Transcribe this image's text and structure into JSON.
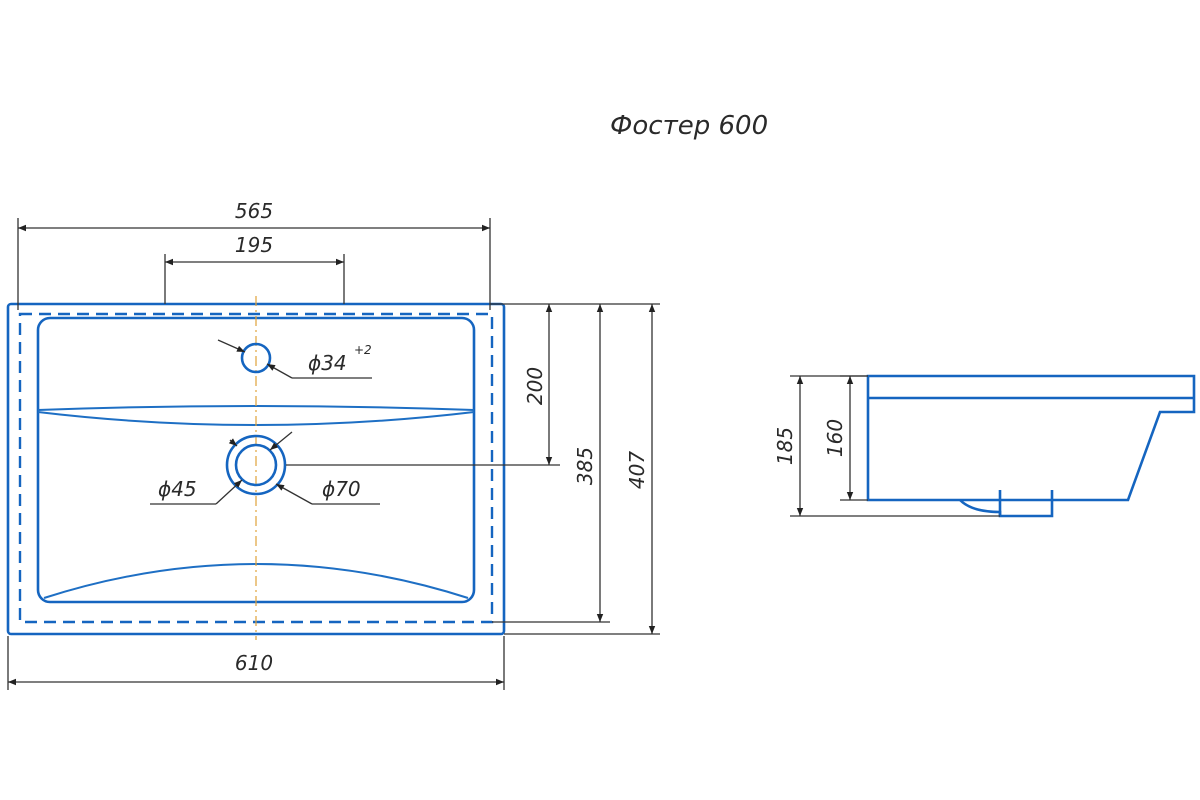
{
  "title": "Фостер 600",
  "dimensions": {
    "top_width": "565",
    "faucet_spacing": "195",
    "bottom_width": "610",
    "faucet_to_drain": "200",
    "inner_depth": "385",
    "outer_depth": "407",
    "faucet_hole": "ϕ34",
    "faucet_hole_tolerance": "+2",
    "drain_inner": "ϕ45",
    "drain_outer": "ϕ70",
    "side_total_height": "185",
    "side_body_height": "160"
  },
  "colors": {
    "outline": "#1565c0",
    "dimension_lines": "#333333",
    "center_axis": "#e0a23a"
  }
}
